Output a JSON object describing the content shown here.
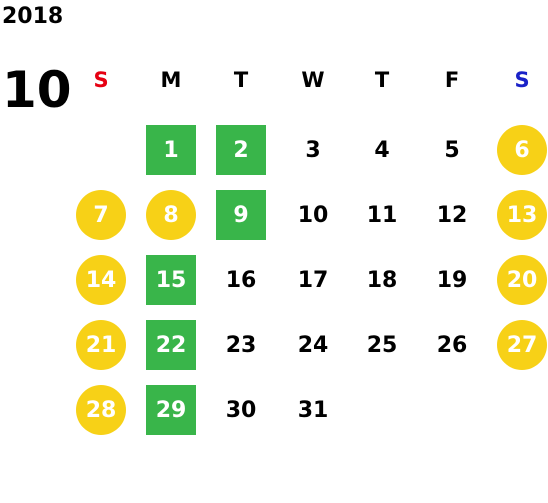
{
  "year": "2018",
  "month": "10",
  "weekdays": [
    "S",
    "M",
    "T",
    "W",
    "T",
    "F",
    "S"
  ],
  "colors": {
    "sunday_header": "#e60012",
    "saturday_header": "#1a22c8",
    "highlight_green": "#39b54a",
    "highlight_yellow": "#f7d117"
  },
  "weeks": [
    [
      {
        "day": "",
        "style": "empty"
      },
      {
        "day": "1",
        "style": "green"
      },
      {
        "day": "2",
        "style": "green"
      },
      {
        "day": "3",
        "style": "plain"
      },
      {
        "day": "4",
        "style": "plain"
      },
      {
        "day": "5",
        "style": "plain"
      },
      {
        "day": "6",
        "style": "yellow"
      }
    ],
    [
      {
        "day": "7",
        "style": "yellow"
      },
      {
        "day": "8",
        "style": "yellow"
      },
      {
        "day": "9",
        "style": "green"
      },
      {
        "day": "10",
        "style": "plain"
      },
      {
        "day": "11",
        "style": "plain"
      },
      {
        "day": "12",
        "style": "plain"
      },
      {
        "day": "13",
        "style": "yellow"
      }
    ],
    [
      {
        "day": "14",
        "style": "yellow"
      },
      {
        "day": "15",
        "style": "green"
      },
      {
        "day": "16",
        "style": "plain"
      },
      {
        "day": "17",
        "style": "plain"
      },
      {
        "day": "18",
        "style": "plain"
      },
      {
        "day": "19",
        "style": "plain"
      },
      {
        "day": "20",
        "style": "yellow"
      }
    ],
    [
      {
        "day": "21",
        "style": "yellow"
      },
      {
        "day": "22",
        "style": "green"
      },
      {
        "day": "23",
        "style": "plain"
      },
      {
        "day": "24",
        "style": "plain"
      },
      {
        "day": "25",
        "style": "plain"
      },
      {
        "day": "26",
        "style": "plain"
      },
      {
        "day": "27",
        "style": "yellow"
      }
    ],
    [
      {
        "day": "28",
        "style": "yellow"
      },
      {
        "day": "29",
        "style": "green"
      },
      {
        "day": "30",
        "style": "plain"
      },
      {
        "day": "31",
        "style": "plain"
      },
      {
        "day": "",
        "style": "empty"
      },
      {
        "day": "",
        "style": "empty"
      },
      {
        "day": "",
        "style": "empty"
      }
    ]
  ]
}
